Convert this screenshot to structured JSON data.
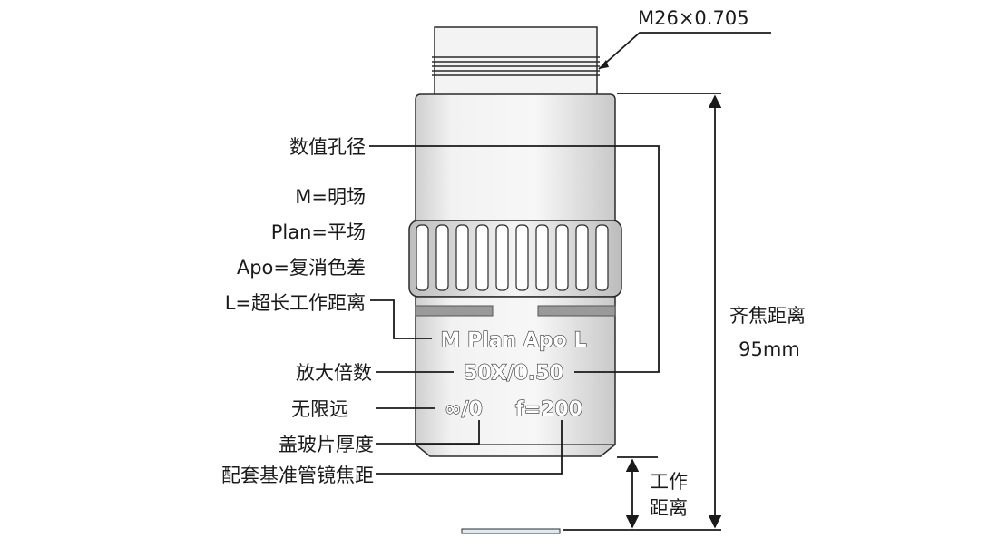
{
  "thread_spec": "M26×0.705",
  "labels": {
    "numerical_aperture": "数值孔径",
    "m_def": "M=明场",
    "plan_def": "Plan=平场",
    "apo_def": "Apo=复消色差",
    "l_def": "L=超长工作距离",
    "magnification": "放大倍数",
    "infinity": "无限远",
    "cover_glass": "盖玻片厚度",
    "tube_lens_focal": "配套基准管镜焦距"
  },
  "engraving": {
    "line1": "M Plan Apo L",
    "line2": "50X/0.50",
    "infinity_value": "∞/0",
    "focal_value": "f=200"
  },
  "dimensions": {
    "parfocal_label": "齐焦距离",
    "parfocal_value": "95mm",
    "wd_label_1": "工作",
    "wd_label_2": "距离"
  },
  "colors": {
    "outline": "#2b2b2b",
    "body_light": "#f3f3f3",
    "body_mid": "#dcdcdc",
    "engraving_fill": "#ffffff",
    "slide": "#dde9f3"
  }
}
